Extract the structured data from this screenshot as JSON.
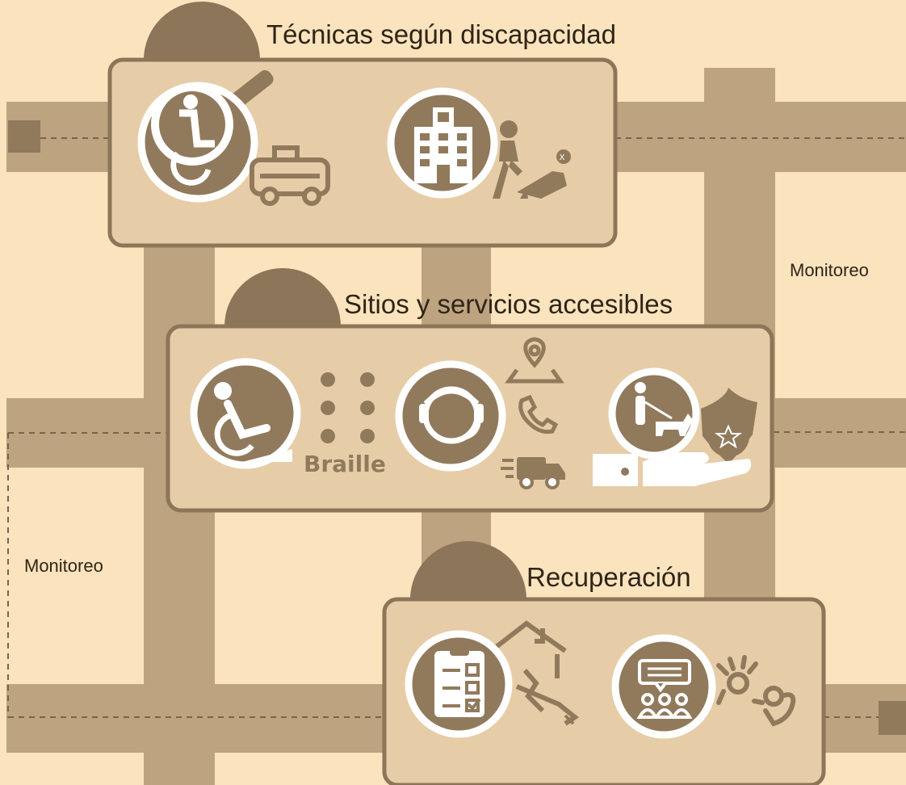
{
  "sections": [
    {
      "title": "Técnicas según discapacidad"
    },
    {
      "title": "Sitios y servicios accesibles",
      "braille_label": "Braille"
    },
    {
      "title": "Recuperación"
    }
  ],
  "monitoring": {
    "right_label": "Monitoreo",
    "left_label": "Monitoreo"
  },
  "colors": {
    "background": "#fbe4bd",
    "panel_fill": "#e6cda8",
    "panel_border": "#8c7558",
    "band": "#bda37f",
    "icon_brown": "#917a5c",
    "white": "#ffffff"
  },
  "icons": [
    "magnifier-wheelchair-icon",
    "bus-icon",
    "hospital-icon",
    "first-aid-icon",
    "wheelchair-ramp-icon",
    "braille-dots-icon",
    "operator-headset-icon",
    "location-pin-icon",
    "phone-icon",
    "ambulance-icon",
    "guide-dog-icon",
    "police-badge-icon",
    "support-hand-icon",
    "checklist-icon",
    "damaged-house-icon",
    "community-chat-icon",
    "sign-language-icon"
  ]
}
